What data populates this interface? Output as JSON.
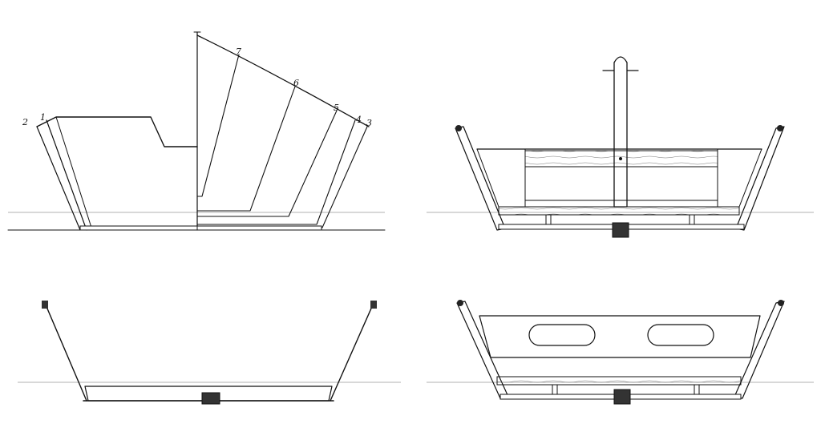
{
  "figure": {
    "station_labels": [
      "1",
      "2",
      "3",
      "4",
      "5",
      "6",
      "7"
    ]
  },
  "colors": {
    "ink": "#111111",
    "paper": "#ffffff",
    "hatch": "#444444"
  }
}
